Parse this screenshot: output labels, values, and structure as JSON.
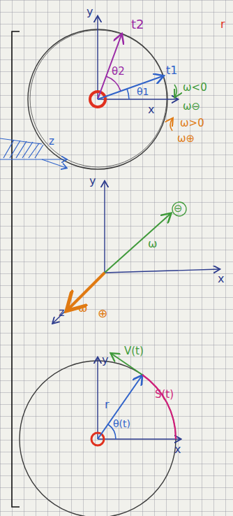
{
  "diagram": {
    "labels": [
      "y",
      "t2",
      "θ2",
      "t1",
      "θ1",
      "x",
      "r",
      "ω<0",
      "ω⊖",
      "ω>0",
      "ω⊕",
      "z",
      "y",
      "x",
      "z",
      "ω",
      "⊖",
      "ω",
      "⊕",
      "y",
      "V(t)",
      "S(t)",
      "r",
      "θ(t)",
      "x"
    ]
  }
}
